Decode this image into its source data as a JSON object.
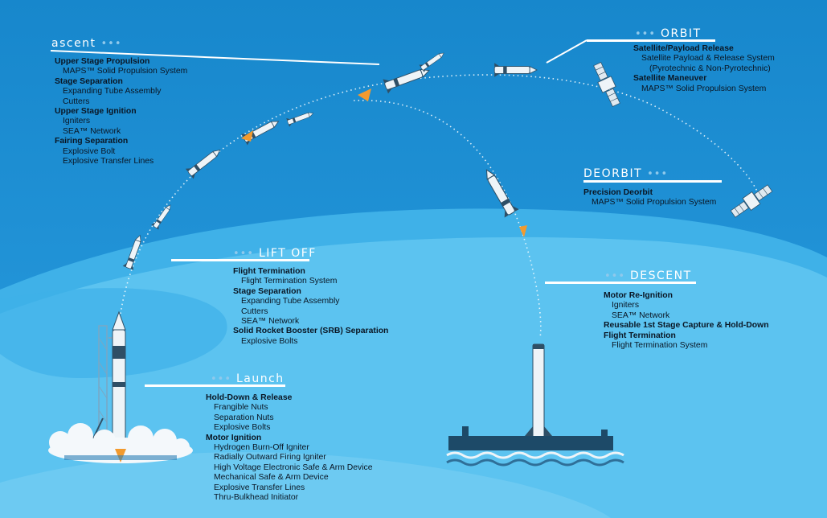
{
  "sections": {
    "ascent": {
      "title": "ascent",
      "dots": "•••",
      "items": [
        {
          "t": "Upper Stage Propulsion",
          "k": "h"
        },
        {
          "t": "MAPS™ Solid Propulsion System",
          "k": "s"
        },
        {
          "t": "Stage Separation",
          "k": "h"
        },
        {
          "t": "Expanding Tube Assembly",
          "k": "s"
        },
        {
          "t": "Cutters",
          "k": "s"
        },
        {
          "t": "Upper Stage Ignition",
          "k": "h"
        },
        {
          "t": "Igniters",
          "k": "s"
        },
        {
          "t": "SEA™ Network",
          "k": "s"
        },
        {
          "t": "Fairing Separation",
          "k": "h"
        },
        {
          "t": "Explosive Bolt",
          "k": "s"
        },
        {
          "t": "Explosive Transfer Lines",
          "k": "s"
        }
      ]
    },
    "orbit": {
      "title": "ORBIT",
      "dots": "•••",
      "items": [
        {
          "t": "Satellite/Payload Release",
          "k": "h"
        },
        {
          "t": "Satellite Payload & Release System",
          "k": "s"
        },
        {
          "t": "(Pyrotechnic & Non-Pyrotechnic)",
          "k": "s2"
        },
        {
          "t": "Satellite Maneuver",
          "k": "h"
        },
        {
          "t": "MAPS™ Solid Propulsion System",
          "k": "s"
        }
      ]
    },
    "deorbit": {
      "title": "DEORBIT",
      "dots": "•••",
      "items": [
        {
          "t": "Precision Deorbit",
          "k": "h"
        },
        {
          "t": "MAPS™ Solid Propulsion System",
          "k": "s"
        }
      ]
    },
    "liftoff": {
      "title": "LIFT OFF",
      "dots": "•••",
      "items": [
        {
          "t": "Flight Termination",
          "k": "h"
        },
        {
          "t": "Flight Termination System",
          "k": "s"
        },
        {
          "t": "Stage Separation",
          "k": "h"
        },
        {
          "t": "Expanding Tube Assembly",
          "k": "s"
        },
        {
          "t": "Cutters",
          "k": "s"
        },
        {
          "t": "SEA™ Network",
          "k": "s"
        },
        {
          "t": "Solid Rocket Booster (SRB) Separation",
          "k": "h"
        },
        {
          "t": "Explosive Bolts",
          "k": "s"
        }
      ]
    },
    "descent": {
      "title": "DESCENT",
      "dots": "•••",
      "items": [
        {
          "t": "Motor Re-Ignition",
          "k": "h"
        },
        {
          "t": "Igniters",
          "k": "s"
        },
        {
          "t": "SEA™ Network",
          "k": "s"
        },
        {
          "t": "Reusable 1st Stage Capture & Hold-Down",
          "k": "h"
        },
        {
          "t": "Flight Termination",
          "k": "h"
        },
        {
          "t": "Flight Termination System",
          "k": "s"
        }
      ]
    },
    "launch": {
      "title": "Launch",
      "dots": "•••",
      "items": [
        {
          "t": "Hold-Down & Release",
          "k": "h"
        },
        {
          "t": "Frangible Nuts",
          "k": "s"
        },
        {
          "t": "Separation Nuts",
          "k": "s"
        },
        {
          "t": "Explosive Bolts",
          "k": "s"
        },
        {
          "t": "Motor Ignition",
          "k": "h"
        },
        {
          "t": "Hydrogen Burn-Off Igniter",
          "k": "s"
        },
        {
          "t": "Radially Outward Firing Igniter",
          "k": "s"
        },
        {
          "t": "High Voltage Electronic Safe & Arm Device",
          "k": "s"
        },
        {
          "t": "Mechanical Safe & Arm Device",
          "k": "s"
        },
        {
          "t": "Explosive Transfer Lines",
          "k": "s"
        },
        {
          "t": "Thru-Bulkhead Initiator",
          "k": "s"
        }
      ]
    }
  },
  "colors": {
    "sky_top": "#1a8fd1",
    "sky_mid": "#2a9de0",
    "ground_light": "#5cc3f0",
    "ground_mid": "#3fb1e8",
    "text_dark": "#0a1624",
    "dots": "#8fc9ec",
    "flame": "#f29a2e"
  },
  "icons": [
    "rocket-icon",
    "satellite-icon",
    "launch-tower-icon",
    "landing-barge-icon",
    "smoke-cloud-icon"
  ]
}
